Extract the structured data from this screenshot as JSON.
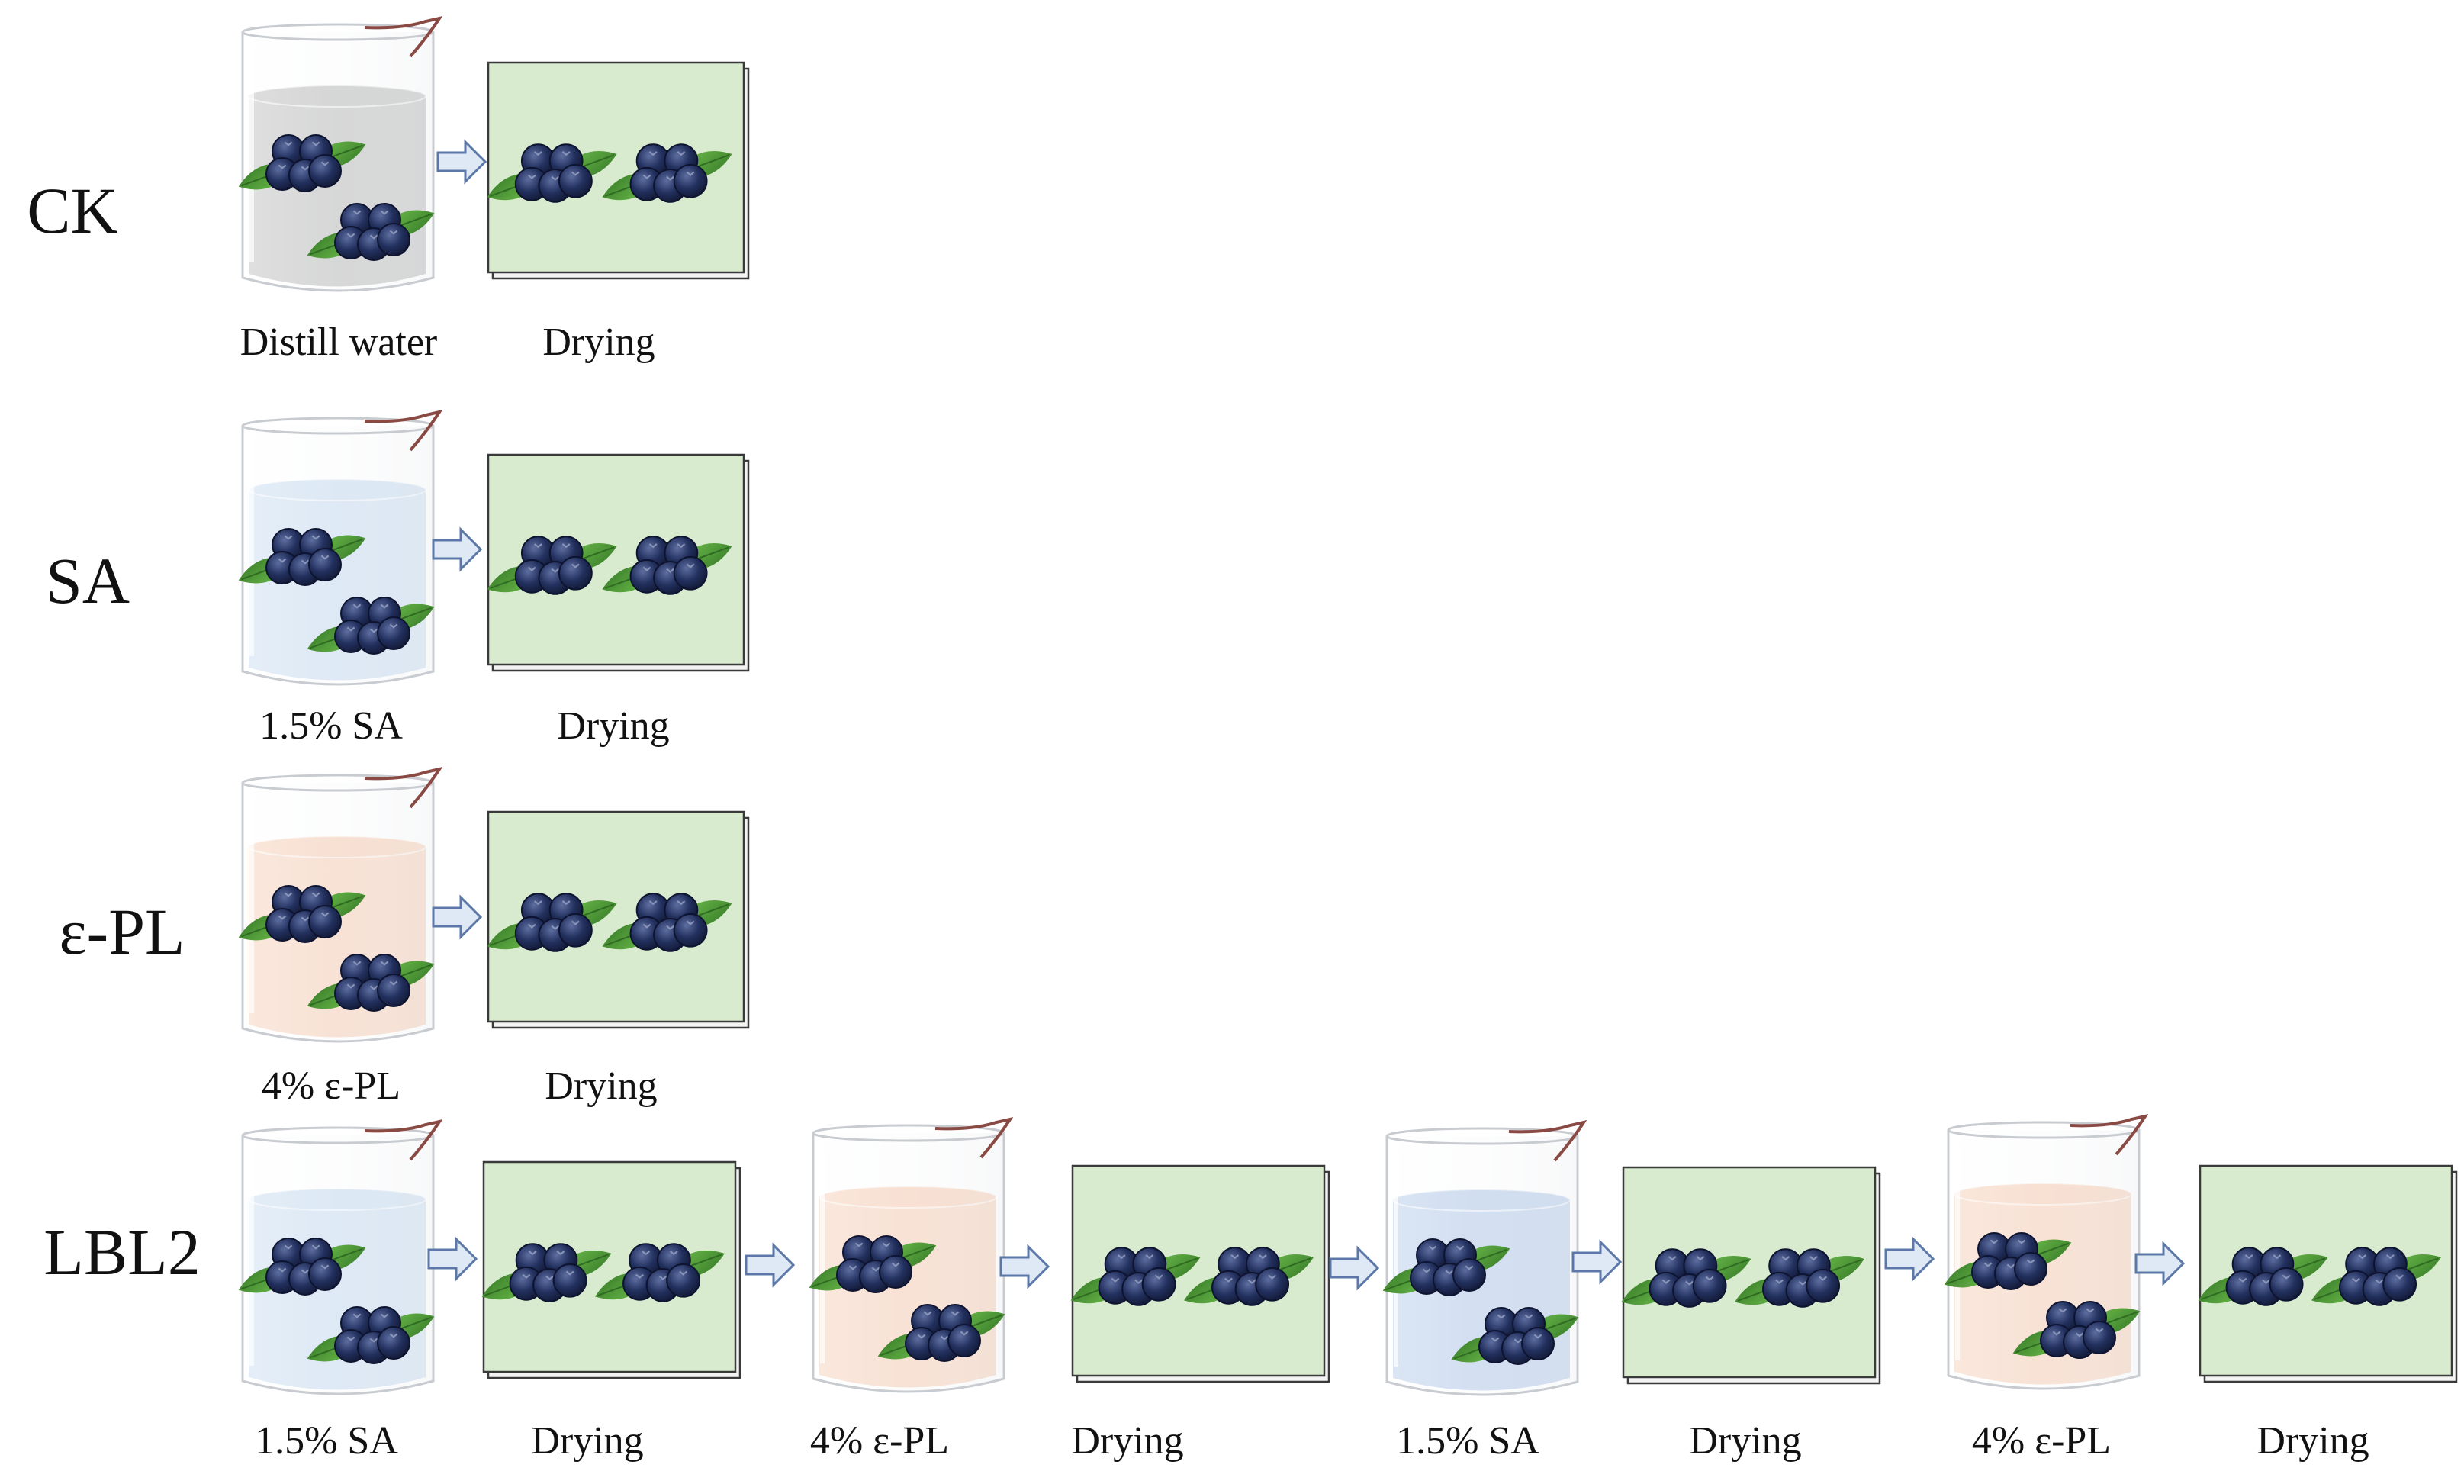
{
  "diagram": {
    "rows": [
      {
        "label": "CK",
        "steps": [
          {
            "type": "beaker",
            "liquid": "water",
            "caption": "Distill water"
          },
          {
            "type": "drying",
            "caption": "Drying"
          }
        ]
      },
      {
        "label": "SA",
        "steps": [
          {
            "type": "beaker",
            "liquid": "sa",
            "caption": "1.5% SA"
          },
          {
            "type": "drying",
            "caption": "Drying"
          }
        ]
      },
      {
        "label": "ε-PL",
        "steps": [
          {
            "type": "beaker",
            "liquid": "epl",
            "caption": "4% ε-PL"
          },
          {
            "type": "drying",
            "caption": "Drying"
          }
        ]
      },
      {
        "label": "LBL2",
        "steps": [
          {
            "type": "beaker",
            "liquid": "sa",
            "caption": "1.5% SA"
          },
          {
            "type": "drying",
            "caption": "Drying"
          },
          {
            "type": "beaker",
            "liquid": "epl",
            "caption": "4% ε-PL"
          },
          {
            "type": "drying",
            "caption": "Drying"
          },
          {
            "type": "beaker",
            "liquid": "sa2",
            "caption": "1.5% SA"
          },
          {
            "type": "drying",
            "caption": "Drying"
          },
          {
            "type": "beaker",
            "liquid": "epl",
            "caption": "4% ε-PL"
          },
          {
            "type": "drying",
            "caption": "Drying"
          }
        ]
      }
    ],
    "colors": {
      "water": "#cfcfcf",
      "sa": "#d8e6f4",
      "sa2": "#c9d9ef",
      "epl": "#f9dccb",
      "drying_fill": "#d9ebcf",
      "drying_border": "#3a3a3a",
      "arrow_fill": "#dfe8f5",
      "arrow_stroke": "#5b78a8",
      "berry": "#22305e",
      "leaf": "#4f9a3a"
    }
  }
}
